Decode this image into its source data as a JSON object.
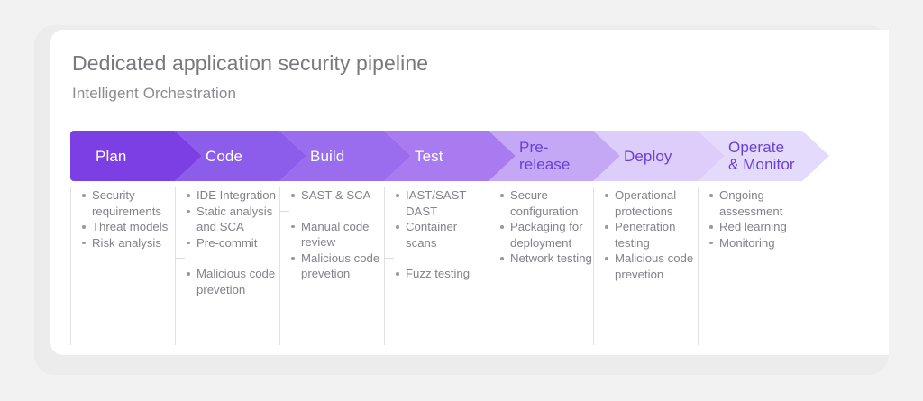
{
  "header": {
    "title": "Dedicated application security pipeline",
    "subtitle": "Intelligent Orchestration"
  },
  "colors": {
    "background": "#f2f2f3",
    "panel": "#ececec",
    "card": "#ffffff",
    "title_text": "#79797d",
    "subtitle_text": "#8b8b90",
    "bullet_text": "#82828a",
    "divider": "#e2e0e6"
  },
  "pipeline": {
    "stages": [
      {
        "label": "Plan",
        "fill": "#7B3FE4",
        "text_color": "#ffffff",
        "items": [
          {
            "bullets": [
              "Security requirements",
              "Threat models",
              "Risk analysis"
            ]
          }
        ]
      },
      {
        "label": "Code",
        "fill": "#8C5CEB",
        "text_color": "#ffffff",
        "items": [
          {
            "bullets": [
              "IDE Integration",
              "Static analysis and SCA",
              "Pre-commit"
            ]
          },
          {
            "bullets": [
              "Malicious code prevetion"
            ]
          }
        ]
      },
      {
        "label": "Build",
        "fill": "#9A6CEE",
        "text_color": "#ffffff",
        "items": [
          {
            "bullets": [
              "SAST & SCA"
            ]
          },
          {
            "bullets": [
              "Manual code review",
              "Malicious code prevetion"
            ]
          }
        ]
      },
      {
        "label": "Test",
        "fill": "#A87CF0",
        "text_color": "#ffffff",
        "items": [
          {
            "bullets": [
              "IAST/SAST DAST",
              "Container scans"
            ]
          },
          {
            "bullets": [
              "Fuzz testing"
            ]
          }
        ]
      },
      {
        "label": "Pre-\nrelease",
        "fill": "#C4A8F5",
        "text_color": "#6c3fd4",
        "items": [
          {
            "bullets": [
              "Secure configuration",
              "Packaging for deployment",
              "Network testing"
            ]
          }
        ]
      },
      {
        "label": "Deploy",
        "fill": "#DCCDFA",
        "text_color": "#6c3fd4",
        "items": [
          {
            "bullets": [
              "Operational protections",
              "Penetration testing",
              "Malicious code prevetion"
            ]
          }
        ]
      },
      {
        "label": "Operate\n& Monitor",
        "fill": "#E4DBFC",
        "text_color": "#6c3fd4",
        "items": [
          {
            "bullets": [
              "Ongoing assessment",
              "Red learning",
              "Monitoring"
            ]
          }
        ]
      }
    ]
  }
}
